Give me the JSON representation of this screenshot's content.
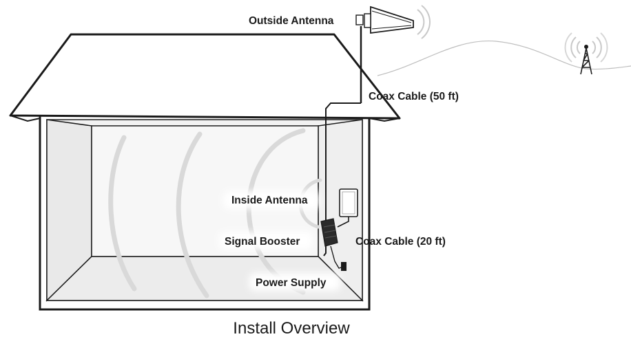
{
  "title": "Install Overview",
  "labels": {
    "outside_antenna": "Outside Antenna",
    "coax_cable_50": "Coax Cable (50 ft)",
    "inside_antenna": "Inside Antenna",
    "signal_booster": "Signal Booster",
    "coax_cable_20": "Coax Cable (20 ft)",
    "power_supply": "Power Supply"
  },
  "colors": {
    "outline": "#1a1a1a",
    "room_wall": "#f2f2f2",
    "room_floor": "#ececec",
    "signal_wave": "#d9d9d9",
    "label_glow": "#ffffff",
    "hill_line": "#bdbdbd"
  }
}
